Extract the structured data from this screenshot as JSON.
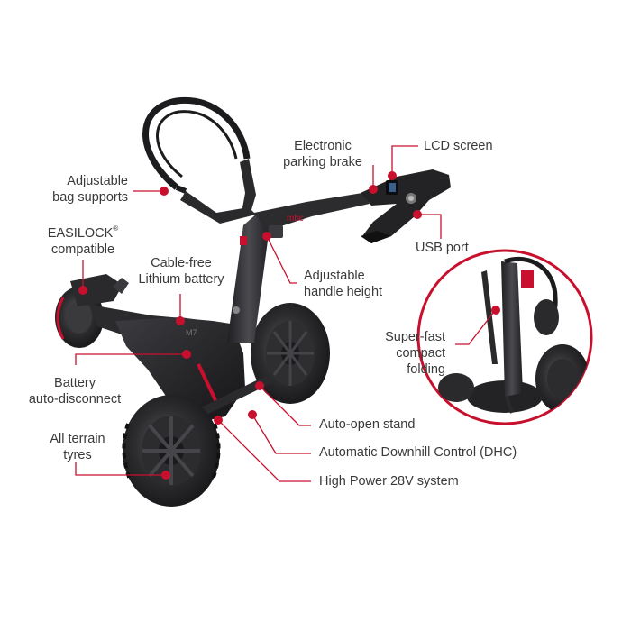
{
  "brand_mark": "mbc",
  "callouts": {
    "bag_supports": [
      "Adjustable",
      "bag supports"
    ],
    "easilock": [
      "EASILOCK",
      "compatible"
    ],
    "easilock_mark": "®",
    "cable_free": [
      "Cable-free",
      "Lithium battery"
    ],
    "parking_brake": [
      "Electronic",
      "parking brake"
    ],
    "lcd": "LCD screen",
    "usb": "USB port",
    "handle_height": [
      "Adjustable",
      "handle height"
    ],
    "battery_disconnect": [
      "Battery",
      "auto-disconnect"
    ],
    "terrain": [
      "All terrain",
      "tyres"
    ],
    "auto_open": "Auto-open stand",
    "dhc": "Automatic Downhill Control (DHC)",
    "high_power": "High Power 28V system",
    "compact_folding": [
      "Super-fast",
      "compact",
      "folding"
    ]
  },
  "colors": {
    "accent_red": "#c8102e",
    "label_text": "#3a3a3a",
    "frame_dark": "#2a2a2c",
    "tyre": "#1f1f21",
    "background": "#ffffff"
  }
}
